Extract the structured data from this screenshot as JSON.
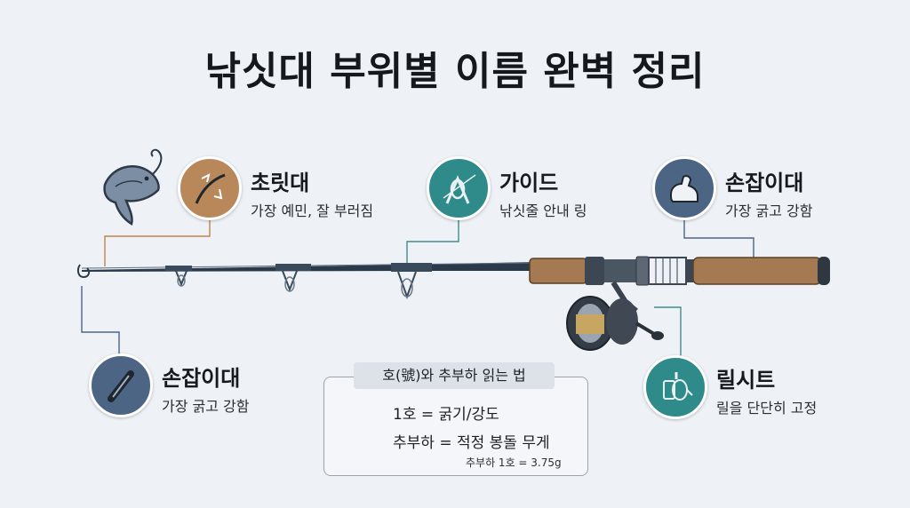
{
  "title": "낚싯대 부위별 이름 완벽 정리",
  "callouts": {
    "tip": {
      "title": "초릿대",
      "desc": "가장 예민, 잘 부러짐",
      "icon": "bent-rod-tip-icon"
    },
    "guide": {
      "title": "가이드",
      "desc": "낚싯줄 안내 링",
      "icon": "guide-ring-icon"
    },
    "handle_top": {
      "title": "손잡이대",
      "desc": "가장 굵고 강함",
      "icon": "flexed-arm-icon"
    },
    "handle_bottom": {
      "title": "손잡이대",
      "desc": "가장 굵고 강함",
      "icon": "rod-section-icon"
    },
    "reel_seat": {
      "title": "릴시트",
      "desc": "릴을 단단히 고정",
      "icon": "reel-icon"
    }
  },
  "infobox": {
    "header": "호(號)와 추부하 읽는 법",
    "line1": "1호 = 굵기/강도",
    "line2": "추부하 = 적정 봉돌 무게",
    "note": "추부하 1호 = 3.75g"
  },
  "colors": {
    "background": "#eef2f6",
    "tan": "#b8875a",
    "teal": "#2f8a8a",
    "slate": "#4c6585",
    "leader_line": "#c0834a",
    "cork": "#a57a52",
    "rod": "#2b3a4a"
  }
}
